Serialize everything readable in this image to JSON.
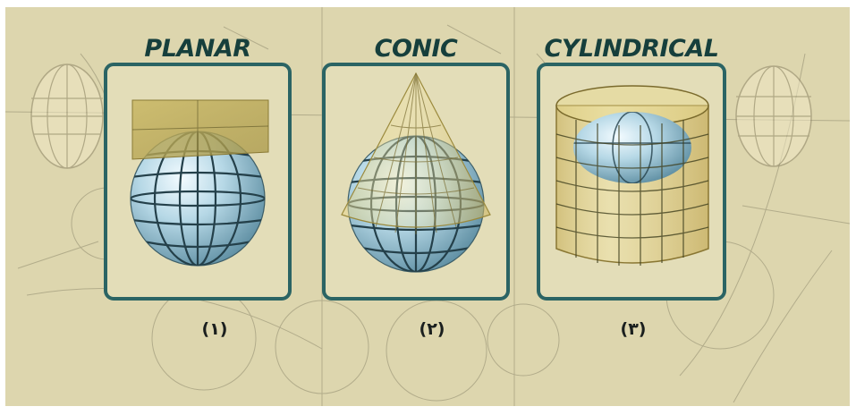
{
  "panels": [
    {
      "title": "PLANAR",
      "number": "(۱)"
    },
    {
      "title": "CONIC",
      "number": "(۲)"
    },
    {
      "title": "CYLINDRICAL",
      "number": "(۳)"
    }
  ],
  "colors": {
    "background": "#ddd6ae",
    "frame": "#2b6464",
    "globe": "#b6d8e6",
    "projection_surface": "#d9c77f",
    "sketch_lines": "#8f8a6e"
  }
}
